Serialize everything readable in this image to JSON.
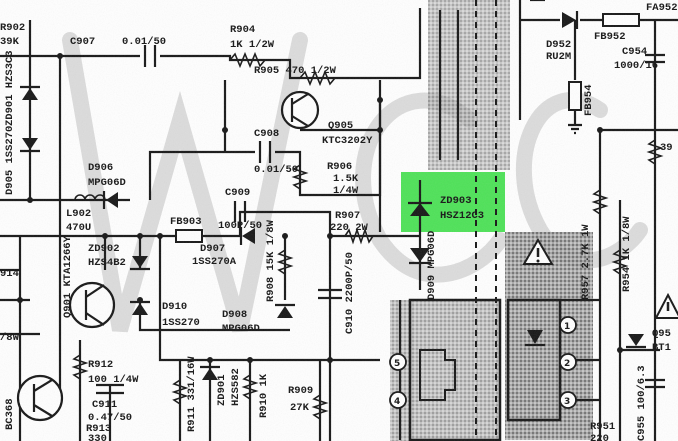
{
  "colors": {
    "highlight": "#3fe04a",
    "ink": "#171717",
    "paper": "#ffffff",
    "watermark": "#d9d9d9",
    "shade": "#8d8d8d"
  },
  "labels": {
    "c907_name": "C907",
    "c907_value": "0.01/50",
    "r904_name": "R904",
    "r904_value": "1K 1/2W",
    "r905": "R905 470 1/2W",
    "q905_name": "Q905",
    "q905_part": "KTC3202Y",
    "c908_name": "C908",
    "c908_value": "0.01/50",
    "r906_name": "R906",
    "r906_value1": "1.5K",
    "r906_value2": "1/4W",
    "zd903_name": "ZD903",
    "zd903_part": "HSZ12C3",
    "d906_name": "D906",
    "d906_part": "MPG06D",
    "l902_name": "L902",
    "l902_value": "470U",
    "c909_name": "C909",
    "c909_value": "100P/50",
    "fb903": "FB903",
    "d907_name": "D907",
    "d907_part": "1SS270A",
    "r907_name": "R907",
    "r907_value": "220 2W",
    "d909": "D909 MPG06D",
    "zd902_name": "ZD902",
    "zd902_part": "HZS4B2",
    "q901": "Q901 KTA1266Y",
    "r908": "R908 15K 1/8W",
    "d910_name": "D910",
    "d910_part": "1SS270",
    "d908_name": "D908",
    "d908_part": "MPG06D",
    "c910": "C910 2200P/50",
    "r912_name": "R912",
    "r912_value": "100 1/4W",
    "c911_name": "C911",
    "c911_value": "0.47/50",
    "r913": "R913",
    "r913_value": "330",
    "r911": "R911 331/16W",
    "zd901_top": "ZD901",
    "zd901_part": "HZS582",
    "r910": "R910 1K",
    "r909_name": "R909",
    "r909_value": "27K",
    "d952_name": "D952",
    "d952_part": "RU2M",
    "fb952": "FB952",
    "c954_name": "C954",
    "c954_value": "1000/16",
    "fb954": "FB954",
    "r957": "R957 2.7K 1W",
    "r954": "R954 1K 1/8W",
    "r951_name": "R951",
    "r951_value": "220",
    "c955": "C955 100/6.3",
    "bt1": "BT1",
    "q95": "Q95",
    "r902": "R902",
    "r902_value": "39K",
    "zd901_left": "ZD901 HZS3C3",
    "d905": "D905 1SS270",
    "cap_914": "914",
    "cap_8w": "/8W",
    "bc_left": "BC368",
    "num_39": "39",
    "num_fab": "FA952"
  },
  "pins": {
    "p1": "1",
    "p2": "2",
    "p3": "3",
    "p4": "4",
    "p5": "5"
  }
}
